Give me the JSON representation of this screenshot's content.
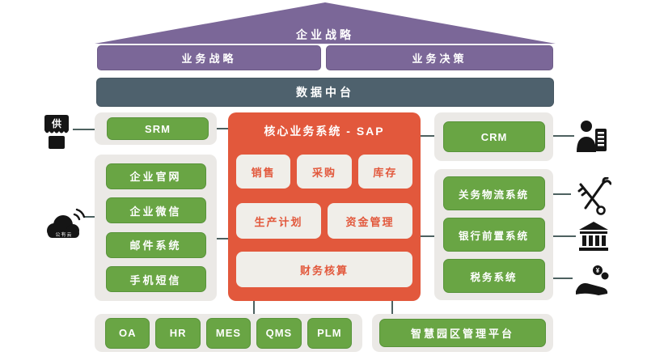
{
  "strategy": {
    "roof_label": "企业战略",
    "business_strategy": "业务战略",
    "business_decision": "业务决策"
  },
  "data_platform": {
    "label": "数据中台"
  },
  "core": {
    "title": "核心业务系统 - SAP",
    "row1": [
      "销售",
      "采购",
      "库存"
    ],
    "row2": [
      "生产计划",
      "资金管理"
    ],
    "row3": [
      "财务核算"
    ]
  },
  "left": {
    "supplier_badge": "供",
    "srm": "SRM",
    "cloud_label": "公有云",
    "channels": [
      "企业官网",
      "企业微信",
      "邮件系统",
      "手机短信"
    ]
  },
  "right": {
    "crm": "CRM",
    "systems": [
      "关务物流系统",
      "银行前置系统",
      "税务系统"
    ]
  },
  "bottom": {
    "apps": [
      "OA",
      "HR",
      "MES",
      "QMS",
      "PLM"
    ],
    "park": "智慧园区管理平台"
  },
  "colors": {
    "purple": "#7B6798",
    "slate": "#4E616D",
    "green": "#69A544",
    "green_border": "#58933A",
    "orange": "#E2583C",
    "module_bg": "#F0EEE9",
    "panel_gray": "#EBE9E6",
    "line": "#4D6160",
    "icon_black": "#151515"
  }
}
